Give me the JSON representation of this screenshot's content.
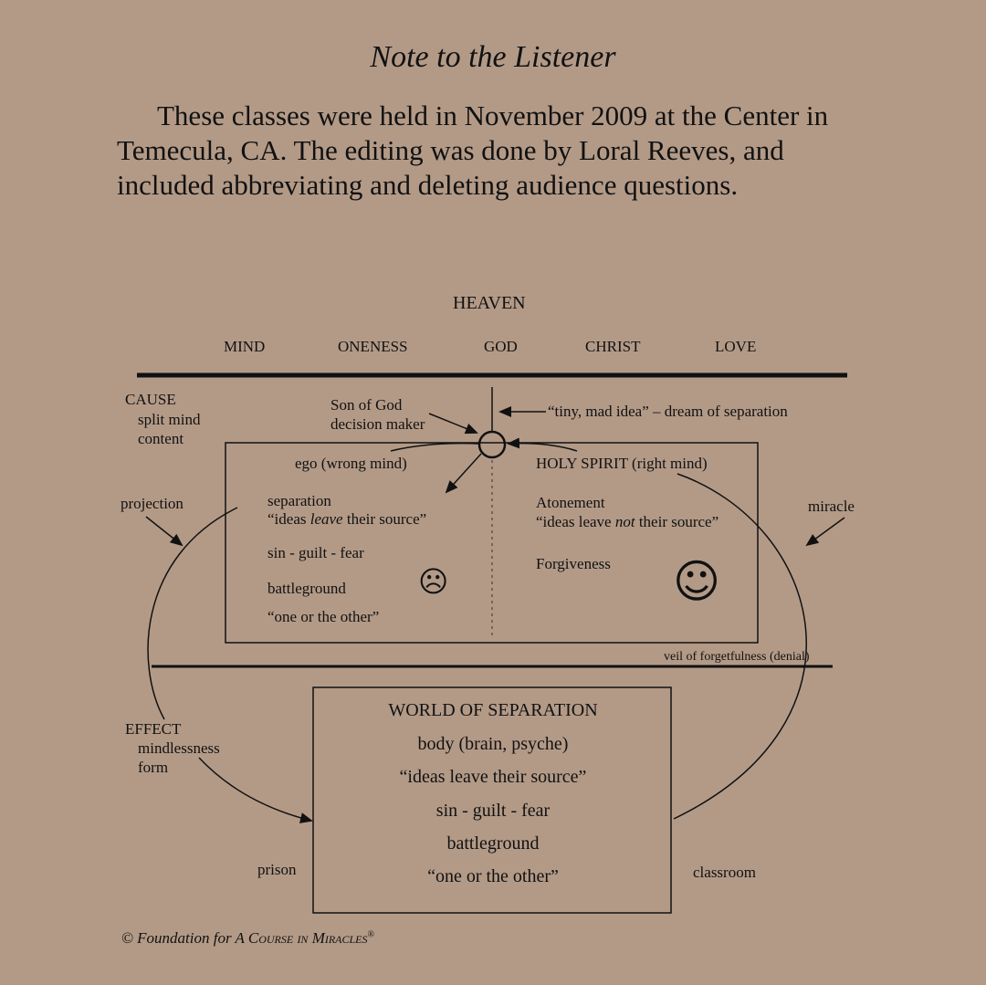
{
  "header": {
    "title": "Note to the Listener",
    "paragraph": "These classes were held in November 2009 at the Center in Temecula, CA. The editing was done by Loral Reeves, and included abbreviating and deleting audience questions."
  },
  "diagram": {
    "heaven": "HEAVEN",
    "heaven_attributes": [
      "MIND",
      "ONENESS",
      "GOD",
      "CHRIST",
      "LOVE"
    ],
    "cause": {
      "title": "CAUSE",
      "line1": "split mind",
      "line2": "content"
    },
    "son_of_god": {
      "line1": "Son of God",
      "line2": "decision maker"
    },
    "tiny_mad_idea": "“tiny, mad idea” – dream of separation",
    "ego_side": {
      "heading": "ego (wrong mind)",
      "separation": "separation",
      "quote_prefix": "“ideas ",
      "quote_emphasis": "leave",
      "quote_suffix": " their source”",
      "sin": "sin - guilt - fear",
      "battleground": "battleground",
      "one_or_other": "“one or the other”",
      "face": "☹"
    },
    "spirit_side": {
      "heading": "HOLY SPIRIT (right mind)",
      "atonement": "Atonement",
      "quote_prefix": "“ideas leave ",
      "quote_emphasis": "not",
      "quote_suffix": " their source”",
      "forgiveness": "Forgiveness",
      "face": "☺"
    },
    "projection": "projection",
    "miracle": "miracle",
    "veil": "veil of forgetfulness (denial)",
    "effect": {
      "title": "EFFECT",
      "line1": "mindlessness",
      "line2": "form"
    },
    "world": {
      "title": "WORLD OF SEPARATION",
      "line1": "body (brain, psyche)",
      "line2": "“ideas leave their source”",
      "line3": "sin - guilt - fear",
      "line4": "battleground",
      "line5": "“one or the other”"
    },
    "prison": "prison",
    "classroom": "classroom"
  },
  "copyright": {
    "prefix": "© Foundation for A ",
    "course": "Course in Miracles",
    "reg": "®"
  }
}
